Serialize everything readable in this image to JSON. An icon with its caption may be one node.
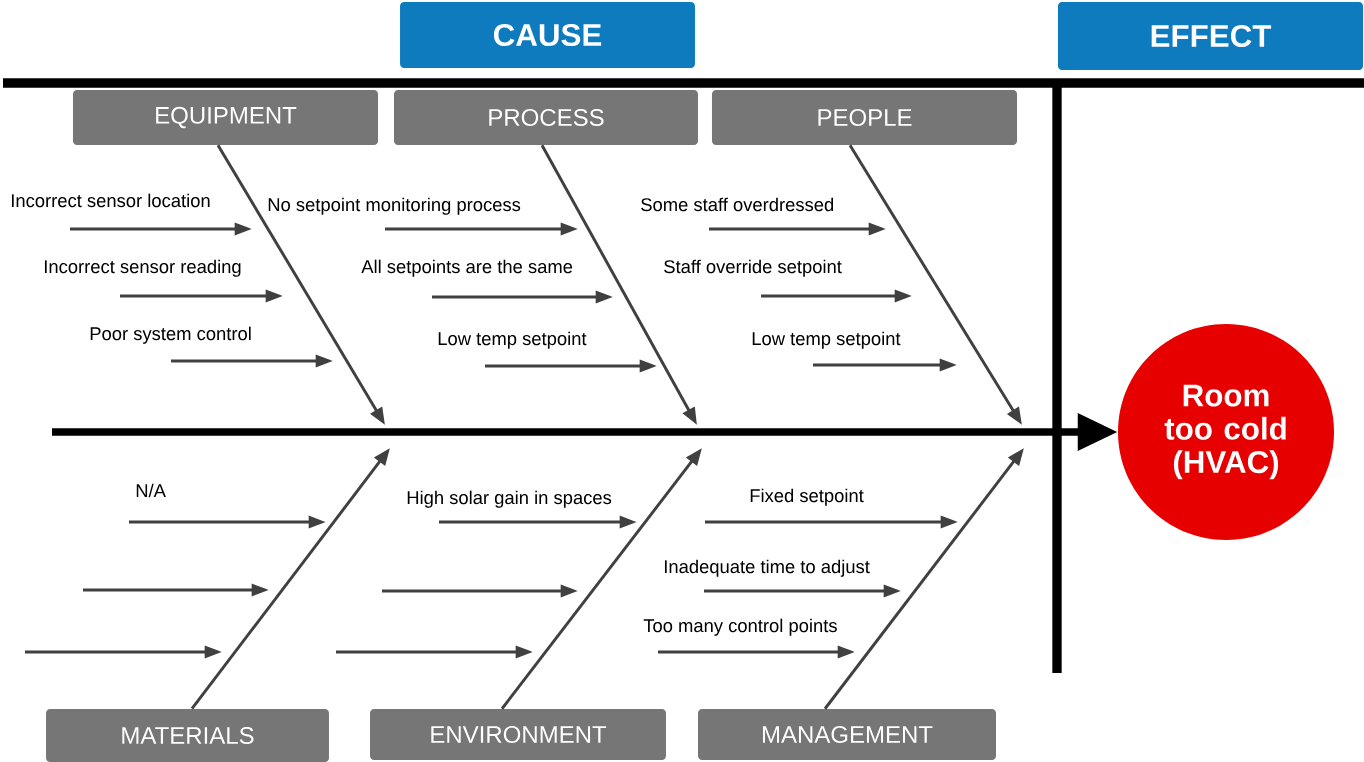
{
  "diagram": {
    "nodes": [
      {
        "text": [
          "CAUSE"
        ]
      },
      {
        "text": [
          "EFFECT"
        ]
      },
      {
        "text": [
          "EQUIPMENT"
        ]
      },
      {
        "text": [
          "PROCESS"
        ]
      },
      {
        "text": [
          "PEOPLE"
        ]
      },
      {
        "text": [
          "MATERIALS"
        ]
      },
      {
        "text": [
          "ENVIRONMENT"
        ]
      },
      {
        "text": [
          "MANAGEMENT"
        ]
      },
      {
        "text": [
          "Room too cold (HVAC)"
        ]
      }
    ],
    "edges": [
      {
        "from": null,
        "to": 8,
        "arrow": "to",
        "style": "thick"
      },
      {
        "from": 2,
        "to": null,
        "arrow": "to"
      },
      {
        "from": 3,
        "to": null,
        "arrow": "to"
      },
      {
        "from": 4,
        "to": null,
        "arrow": "to"
      },
      {
        "from": 5,
        "to": null,
        "arrow": "to"
      },
      {
        "from": 6,
        "to": null,
        "arrow": "to"
      },
      {
        "from": 7,
        "to": null,
        "arrow": "to"
      }
    ],
    "labels": [
      "Incorrect sensor location",
      "No setpoint monitoring process",
      "Some staff overdressed",
      "Incorrect sensor reading",
      "All setpoints are the same",
      "Staff override setpoint",
      "Poor system control",
      "Low temp setpoint",
      "Low temp setpoint",
      "N/A",
      "High solar gain in spaces",
      "Fixed setpoint",
      "Inadequate time to adjust",
      "Too many control points"
    ]
  }
}
